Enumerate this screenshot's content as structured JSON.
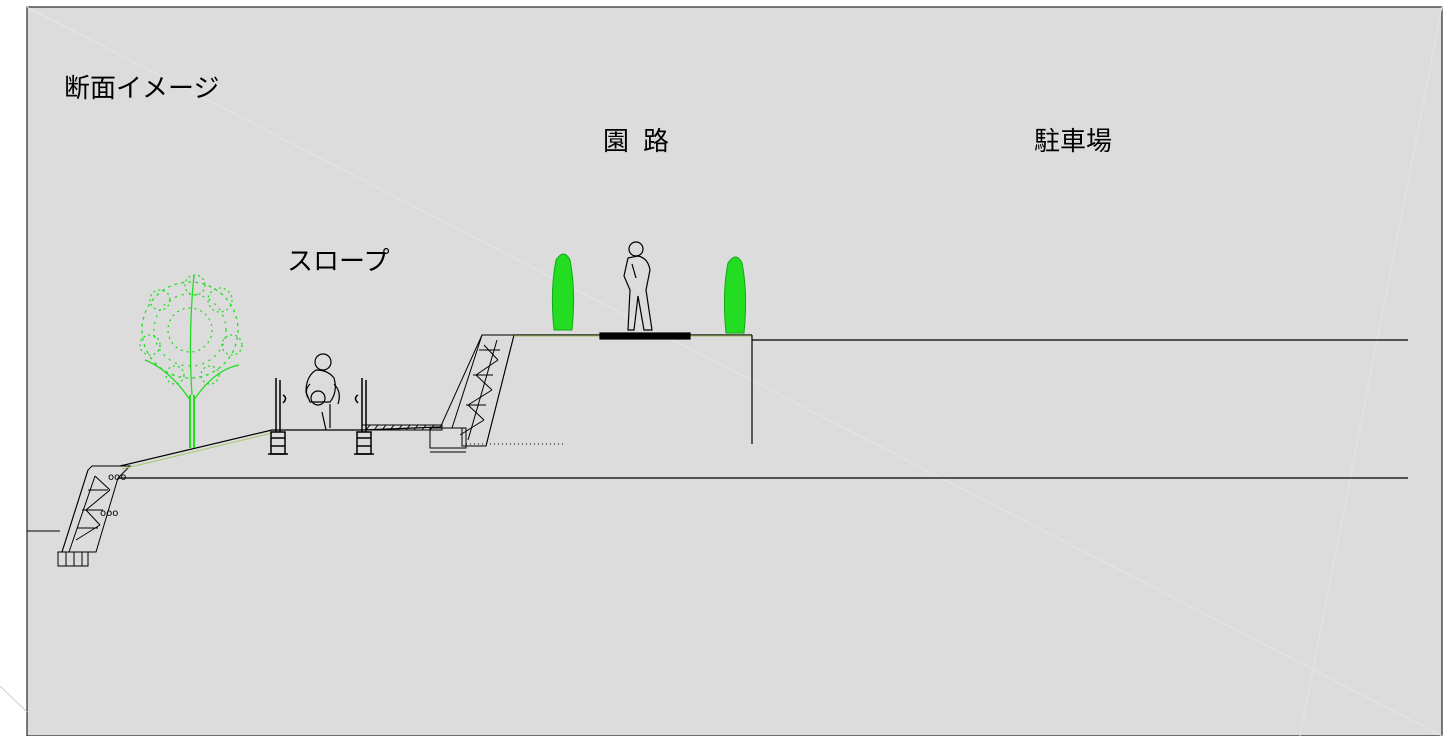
{
  "labels": {
    "title": "断面イメージ",
    "path": "園路",
    "parking": "駐車場",
    "slope": "スロープ"
  },
  "colors": {
    "paper": "#dcdcdc",
    "line": "#000000",
    "vegetation": "#22dd22"
  }
}
